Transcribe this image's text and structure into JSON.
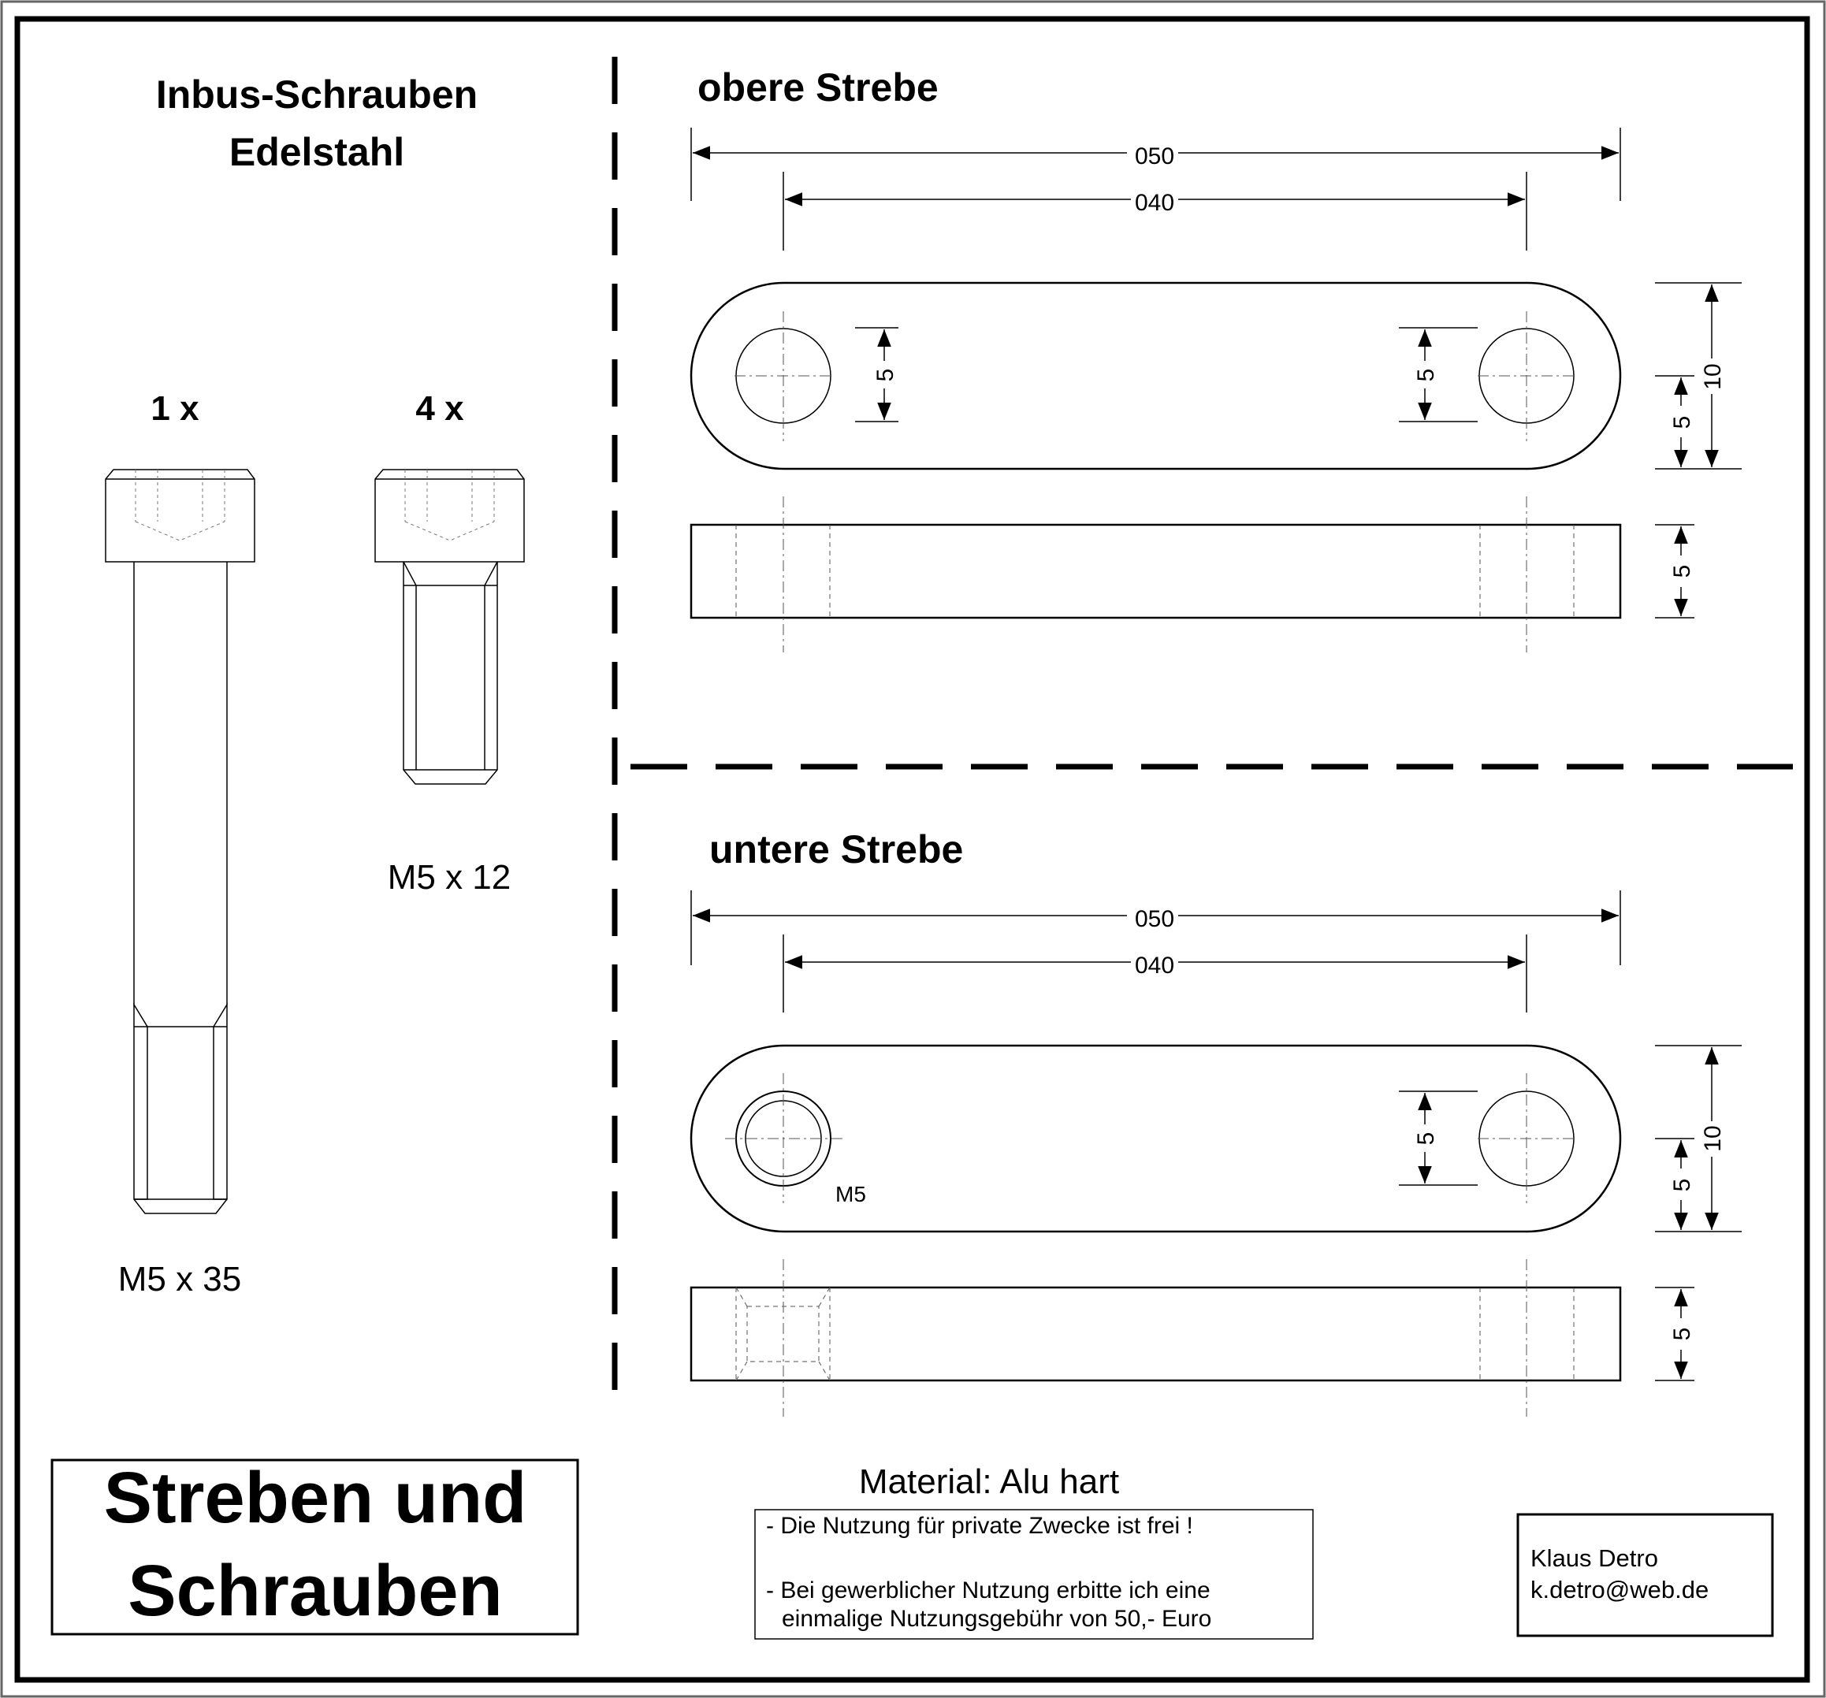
{
  "screws": {
    "title_line1": "Inbus-Schrauben",
    "title_line2": "Edelstahl",
    "long": {
      "qty": "1 x",
      "label": "M5 x 35"
    },
    "short": {
      "qty": "4 x",
      "label": "M5 x 12"
    }
  },
  "upper": {
    "title": "obere Strebe",
    "dim_total": "050",
    "dim_holes": "040",
    "dim_hole_dia_left": "5",
    "dim_hole_dia_right": "5",
    "dim_height": "10",
    "dim_half": "5",
    "dim_thickness": "5"
  },
  "lower": {
    "title": "untere Strebe",
    "dim_total": "050",
    "dim_holes": "040",
    "dim_hole_dia_right": "5",
    "thread_label": "M5",
    "dim_height": "10",
    "dim_half": "5",
    "dim_thickness": "5"
  },
  "material": "Material: Alu hart",
  "notes": {
    "line1": "- Die Nutzung für private Zwecke ist frei !",
    "line2": "- Bei gewerblicher Nutzung erbitte ich eine",
    "line3": "einmalige Nutzungsgebühr von 50,- Euro"
  },
  "title_block": {
    "line1": "Streben und",
    "line2": "Schrauben"
  },
  "author": {
    "name": "Klaus Detro",
    "email": "k.detro@web.de"
  }
}
